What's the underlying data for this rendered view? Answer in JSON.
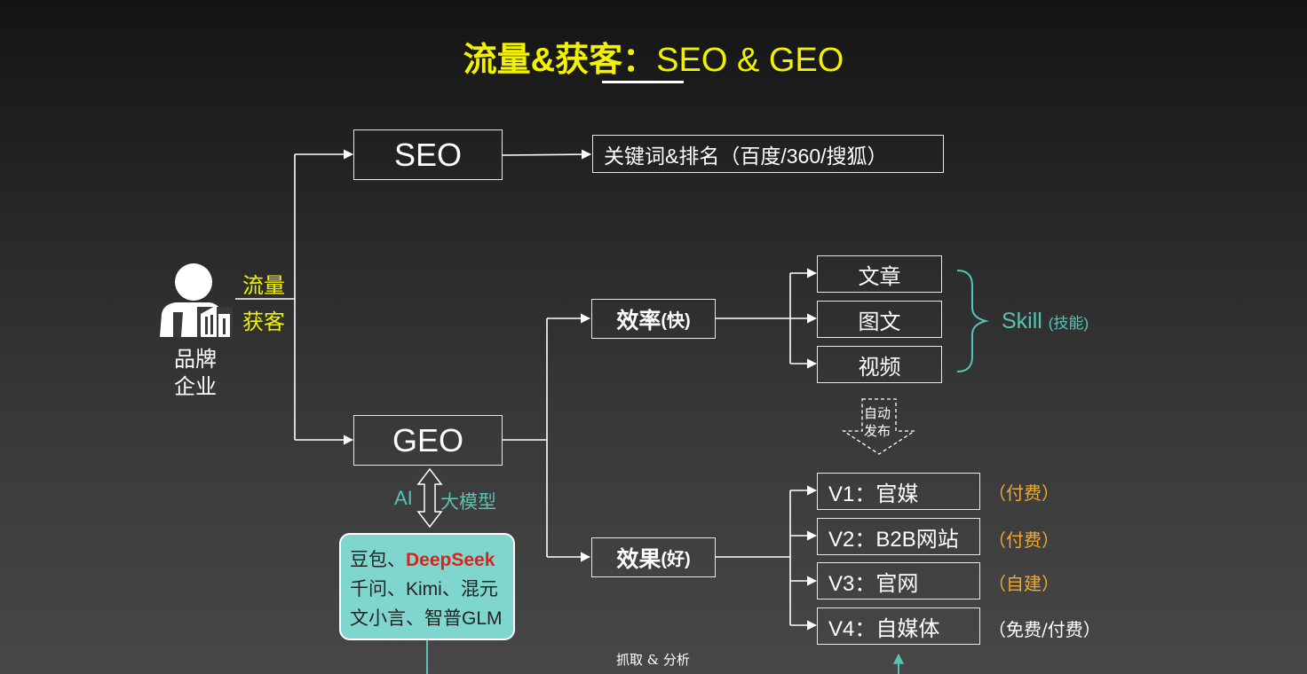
{
  "title": {
    "part_cn": "流量&获客",
    "colon": "：",
    "part_en": "SEO & GEO"
  },
  "brand": {
    "icon": "person-with-building-icon",
    "label_line1": "品牌",
    "label_line2": "企业",
    "flow_label": "流量",
    "acquire_label": "获客"
  },
  "seo": {
    "label": "SEO",
    "detail": "关键词&排名（百度/360/搜狐）"
  },
  "geo": {
    "label": "GEO",
    "ai_label": "AI",
    "model_label": "大模型"
  },
  "llm_list": {
    "line1_prefix": "豆包、",
    "line1_highlight": "DeepSeek",
    "line2": "千问、Kimi、混元",
    "line3": "文小言、智普GLM"
  },
  "efficiency": {
    "label": "效率",
    "qualifier": "(快)",
    "items": [
      "文章",
      "图文",
      "视频"
    ],
    "skill_label": "Skill",
    "skill_note": "(技能)"
  },
  "auto_publish": {
    "line1": "自动",
    "line2": "发布"
  },
  "effect": {
    "label": "效果",
    "qualifier": "(好)",
    "channels": [
      {
        "label": "V1：官媒",
        "note": "（付费）"
      },
      {
        "label": "V2：B2B网站",
        "note": "（付费）"
      },
      {
        "label": "V3：官网",
        "note": "（自建）"
      },
      {
        "label": "V4：自媒体",
        "note": "（免费/付费）"
      }
    ]
  },
  "crawl": {
    "label": "抓取 & 分析"
  },
  "colors": {
    "accent_yellow": "#f2f200",
    "accent_cyan": "#58c3b3",
    "accent_orange": "#f0a92c",
    "llm_box": "#7fd6cf",
    "highlight_red": "#e0201b"
  }
}
